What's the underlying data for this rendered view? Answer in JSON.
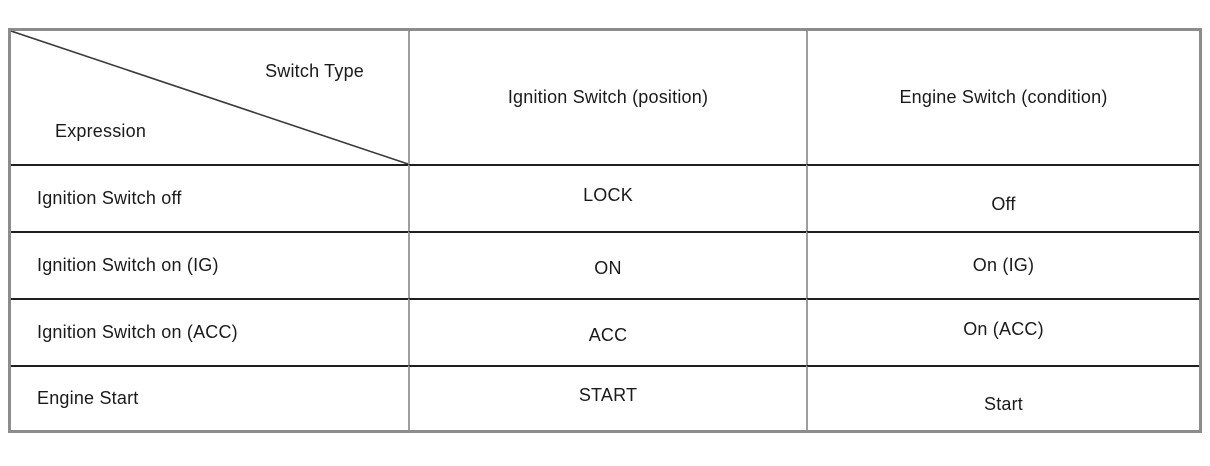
{
  "table": {
    "header": {
      "corner": {
        "top_right_label": "Switch Type",
        "bottom_left_label": "Expression"
      },
      "columns": [
        "Ignition Switch (position)",
        "Engine Switch (condition)"
      ]
    },
    "rows": [
      {
        "expression": "Ignition Switch off",
        "ignition_switch_position": "LOCK",
        "engine_switch_condition": "Off"
      },
      {
        "expression": "Ignition Switch on (IG)",
        "ignition_switch_position": "ON",
        "engine_switch_condition": "On (IG)"
      },
      {
        "expression": "Ignition Switch on (ACC)",
        "ignition_switch_position": "ACC",
        "engine_switch_condition": "On (ACC)"
      },
      {
        "expression": "Engine Start",
        "ignition_switch_position": "START",
        "engine_switch_condition": "Start"
      }
    ],
    "colors": {
      "outer_border": "#8c8c8c",
      "row_line": "#1f1f1f",
      "column_line": "#9e9e9e",
      "diagonal_line": "#3a3a3a",
      "text": "#1a1a1a",
      "background": "#ffffff"
    }
  }
}
